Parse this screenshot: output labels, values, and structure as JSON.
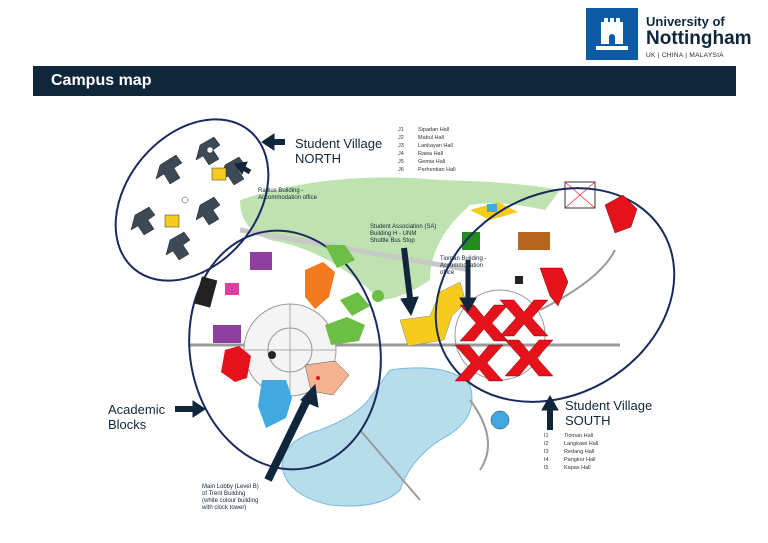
{
  "header": {
    "title": "Campus map",
    "university_line1": "University of",
    "university_line2": "Nottingham",
    "campuses": "UK | CHINA | MALAYSIA"
  },
  "labels": {
    "north_village": "Student Village\nNORTH",
    "south_village": "Student Village\nSOUTH",
    "academic": "Academic\nBlocks",
    "radius": "Radius Building -\nAccommodation office",
    "sa": "Student Association (SA)\nBuilding H - UNM\nShuttle Bus Stop",
    "tioman": "Tioman Building -\nAccommodation\noffice",
    "lobby": "Main Lobby (Level B)\nof Trent Building\n(white colour building\nwith clock tower)"
  },
  "north_halls": [
    {
      "code": "J1",
      "name": "Sipadan Hall"
    },
    {
      "code": "J2",
      "name": "Mabul Hall"
    },
    {
      "code": "J3",
      "name": "Lankayan Hall"
    },
    {
      "code": "J4",
      "name": "Rawa Hall"
    },
    {
      "code": "J5",
      "name": "Gemia Hall"
    },
    {
      "code": "J6",
      "name": "Perhentian Hall"
    }
  ],
  "south_halls": [
    {
      "code": "I1",
      "name": "Tioman Hall"
    },
    {
      "code": "I2",
      "name": "Langkawi Hall"
    },
    {
      "code": "I3",
      "name": "Redang Hall"
    },
    {
      "code": "I4",
      "name": "Pangkor Hall"
    },
    {
      "code": "I5",
      "name": "Kapas Hall"
    }
  ],
  "colors": {
    "navy": "#10263b",
    "green_field": "#bfe3b0",
    "water": "#b7dcec",
    "red_blocks": "#e5121c",
    "orange": "#f47a20",
    "yellow": "#f5cb1d",
    "purple": "#8e3fa0",
    "green_block": "#6cbf44",
    "blue_block": "#3fa9e0",
    "brown": "#b5651d",
    "salmon": "#f5b38f",
    "magenta": "#d9419f"
  }
}
